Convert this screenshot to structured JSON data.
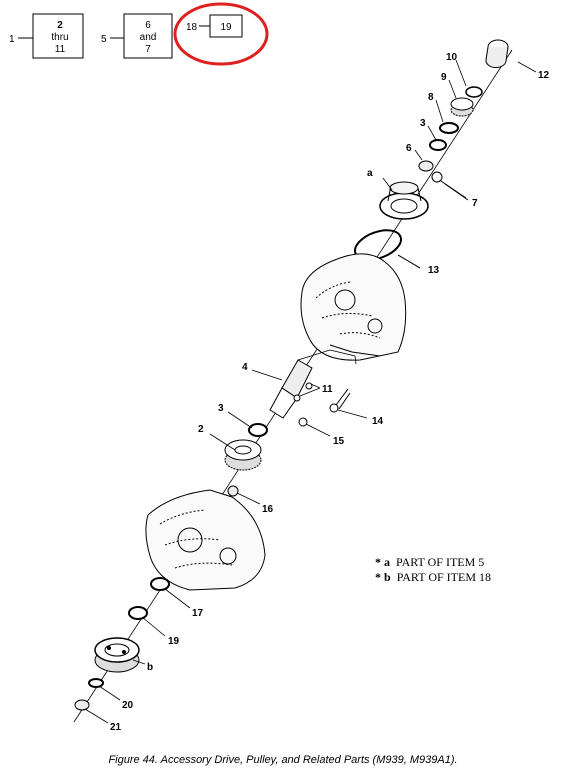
{
  "index_boxes": [
    {
      "ref": "1",
      "lines": [
        "2",
        "thru",
        "11"
      ]
    },
    {
      "ref": "5",
      "lines": [
        "6",
        "and",
        "7"
      ]
    },
    {
      "ref": "18",
      "lines": [
        "19"
      ]
    }
  ],
  "highlight": {
    "color": "#e02020",
    "target": "18-19"
  },
  "callouts": [
    "10",
    "12",
    "9",
    "8",
    "3",
    "6",
    "a",
    "7",
    "13",
    "4",
    "11",
    "14",
    "3",
    "15",
    "2",
    "16",
    "17",
    "19",
    "b",
    "20",
    "21"
  ],
  "notes": [
    {
      "marker": "* a",
      "text": "PART OF ITEM 5"
    },
    {
      "marker": "* b",
      "text": "PART OF ITEM 18"
    }
  ],
  "caption": "Figure 44.  Accessory Drive, Pulley, and Related Parts (M939, M939A1)."
}
